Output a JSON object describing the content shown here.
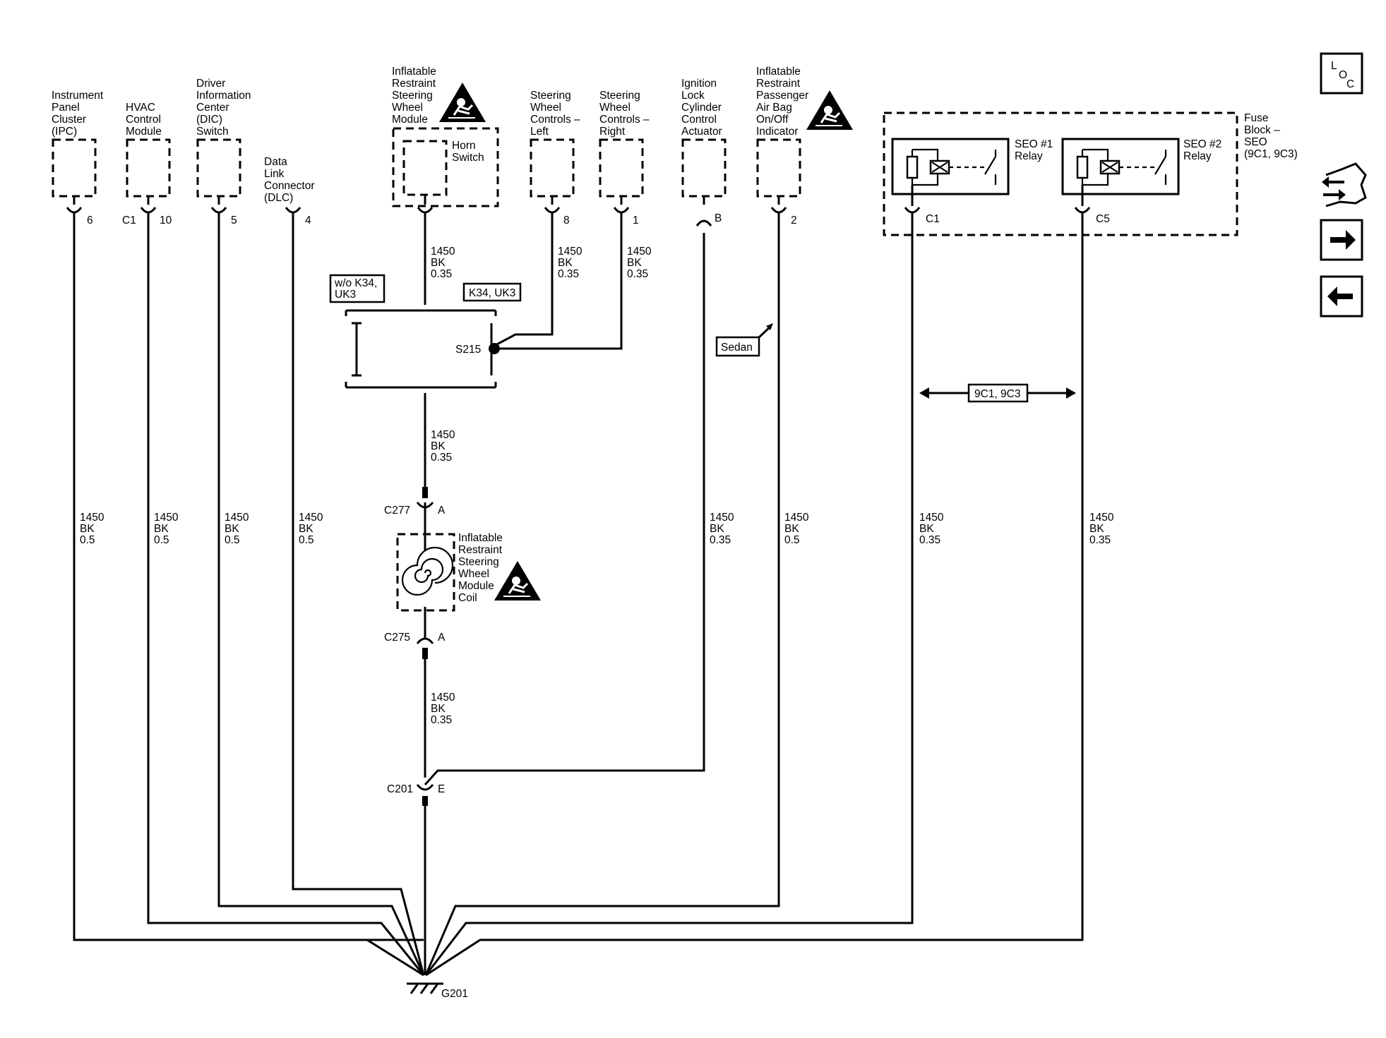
{
  "components": {
    "ipc": [
      "Instrument",
      "Panel",
      "Cluster",
      "(IPC)"
    ],
    "hvac": [
      "HVAC",
      "Control",
      "Module"
    ],
    "dic": [
      "Driver",
      "Information",
      "Center",
      "(DIC)",
      "Switch"
    ],
    "dlc": [
      "Data",
      "Link",
      "Connector",
      "(DLC)"
    ],
    "sw_module": [
      "Inflatable",
      "Restraint",
      "Steering",
      "Wheel",
      "Module"
    ],
    "horn_switch": [
      "Horn",
      "Switch"
    ],
    "swc_left": [
      "Steering",
      "Wheel",
      "Controls –",
      "Left"
    ],
    "swc_right": [
      "Steering",
      "Wheel",
      "Controls –",
      "Right"
    ],
    "ignition": [
      "Ignition",
      "Lock",
      "Cylinder",
      "Control",
      "Actuator"
    ],
    "pass_airbag": [
      "Inflatable",
      "Restraint",
      "Passenger",
      "Air Bag",
      "On/Off",
      "Indicator"
    ],
    "fuse_block": [
      "Fuse",
      "Block –",
      "SEO",
      "(9C1, 9C3)"
    ],
    "relay1": [
      "SEO #1",
      "Relay"
    ],
    "relay2": [
      "SEO #2",
      "Relay"
    ],
    "coil": [
      "Inflatable",
      "Restraint",
      "Steering",
      "Wheel",
      "Module",
      "Coil"
    ]
  },
  "pins": {
    "ipc": "6",
    "hvac_conn": "C1",
    "hvac": "10",
    "dic": "5",
    "dlc": "4",
    "swc_left": "8",
    "swc_right": "1",
    "ignition": "B",
    "pass_airbag": "2",
    "relay1": "C1",
    "relay2": "C5"
  },
  "wires": {
    "w_ipc": [
      "1450",
      "BK",
      "0.5"
    ],
    "w_hvac": [
      "1450",
      "BK",
      "0.5"
    ],
    "w_dic": [
      "1450",
      "BK",
      "0.5"
    ],
    "w_dlc": [
      "1450",
      "BK",
      "0.5"
    ],
    "w_sw_top": [
      "1450",
      "BK",
      "0.35"
    ],
    "w_left": [
      "1450",
      "BK",
      "0.35"
    ],
    "w_right": [
      "1450",
      "BK",
      "0.35"
    ],
    "w_sw_mid": [
      "1450",
      "BK",
      "0.35"
    ],
    "w_sw_low": [
      "1450",
      "BK",
      "0.35"
    ],
    "w_ign": [
      "1450",
      "BK",
      "0.35"
    ],
    "w_pass": [
      "1450",
      "BK",
      "0.5"
    ],
    "w_r1": [
      "1450",
      "BK",
      "0.35"
    ],
    "w_r2": [
      "1450",
      "BK",
      "0.35"
    ]
  },
  "options": {
    "without": [
      "w/o K34,",
      "UK3"
    ],
    "with": "K34, UK3",
    "sedan": "Sedan",
    "seo": "9C1, 9C3"
  },
  "connectors": {
    "s215": "S215",
    "c277": "C277",
    "c277_pin": "A",
    "c275": "C275",
    "c275_pin": "A",
    "c201": "C201",
    "c201_pin": "E",
    "g201": "G201"
  },
  "nav": {
    "loc": [
      "L",
      "O",
      "C"
    ]
  }
}
